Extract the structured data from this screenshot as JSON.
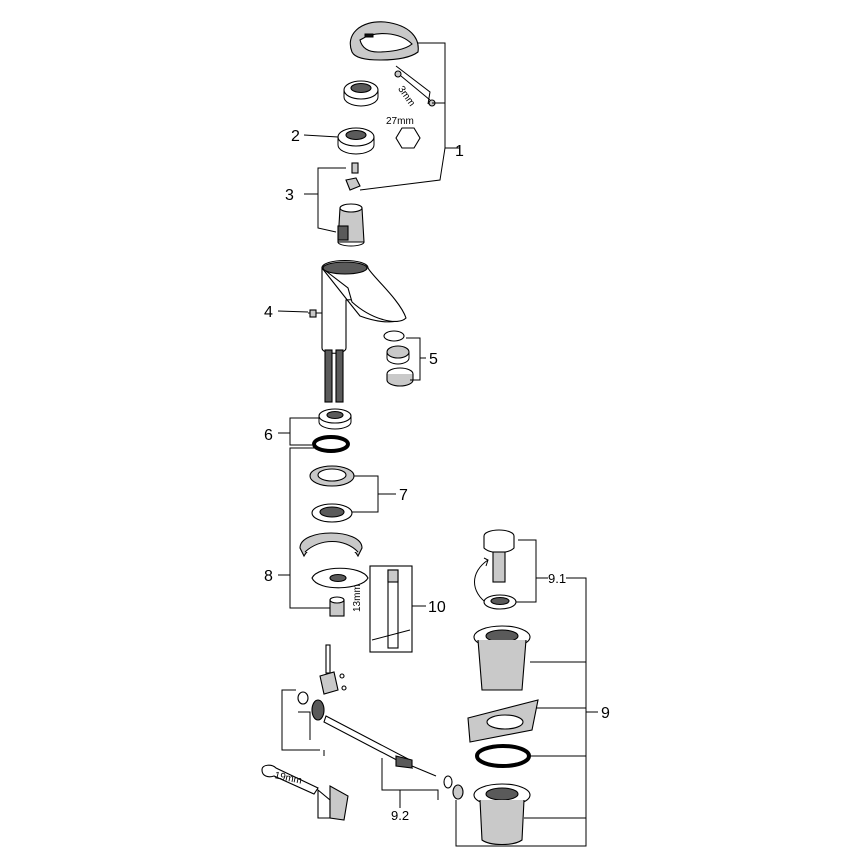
{
  "callouts": {
    "c1": "1",
    "c2": "2",
    "c3": "3",
    "c4": "4",
    "c5": "5",
    "c6": "6",
    "c7": "7",
    "c8": "8",
    "c9": "9",
    "c9_1": "9.1",
    "c9_2": "9.2",
    "c10": "10"
  },
  "dimensions": {
    "hex_key": "3mm",
    "nut_size": "27mm",
    "tool_size": "13mm",
    "wrench_size": "19mm"
  },
  "colors": {
    "line": "#000000",
    "fill_light": "#ffffff",
    "fill_grey": "#c9c9c9",
    "fill_dark": "#5a5a5a"
  }
}
